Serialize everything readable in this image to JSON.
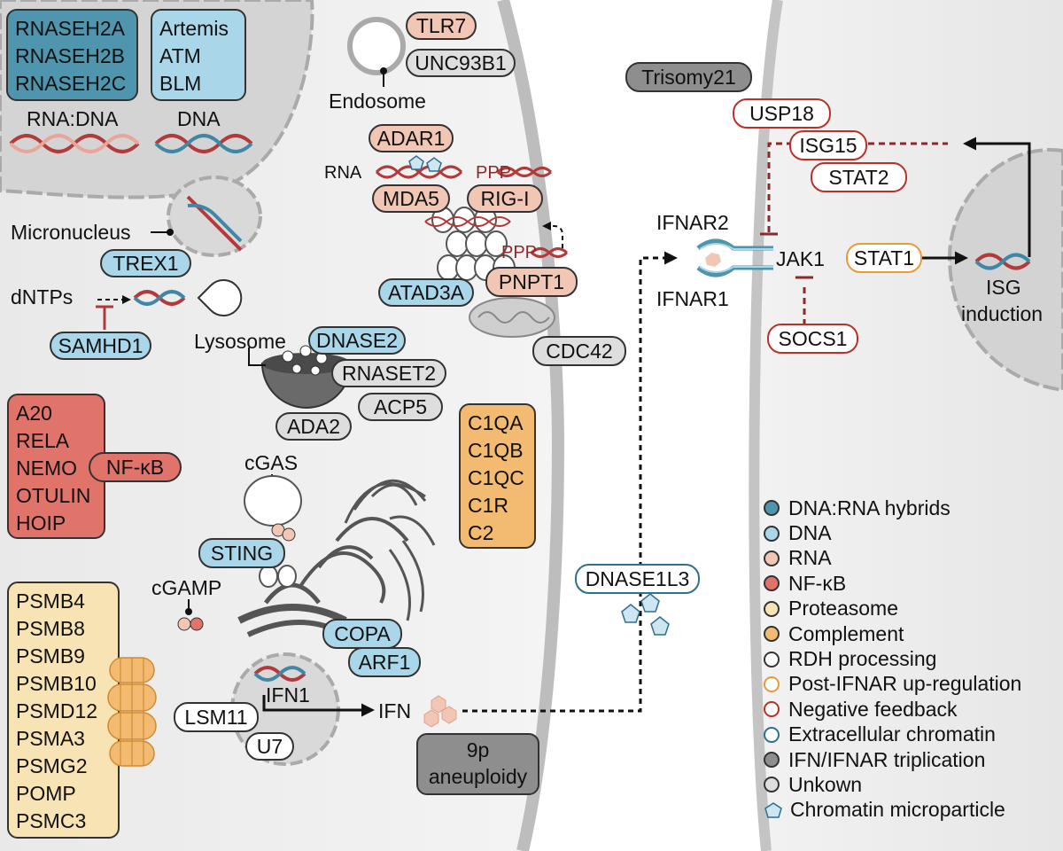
{
  "colors": {
    "dna_rna_hybrid": "#4e95ad",
    "dna": "#a9d6e8",
    "rna": "#f2c6b4",
    "nfkb": "#e0736a",
    "proteasome": "#f7e3b4",
    "complement": "#f3bb72",
    "rdh_processing": "#ffffff",
    "post_ifnar_border": "#e89a3c",
    "negative_feedback_border": "#b8322a",
    "extracellular_border": "#2f6f8f",
    "triplication": "#8e8e8e",
    "unknown": "#dedede",
    "chromatin_microparticle": "#cde6f1"
  },
  "boxes": {
    "hybrid": [
      "RNASEH2A",
      "RNASEH2B",
      "RNASEH2C"
    ],
    "dna": [
      "Artemis",
      "ATM",
      "BLM"
    ],
    "nfkb": [
      "A20",
      "RELA",
      "NEMO",
      "OTULIN",
      "HOIP"
    ],
    "complement": [
      "C1QA",
      "C1QB",
      "C1QC",
      "C1R",
      "C2"
    ],
    "proteasome": [
      "PSMB4",
      "PSMB8",
      "PSMB9",
      "PSMB10",
      "PSMD12",
      "PSMA3",
      "PSMG2",
      "POMP",
      "PSMC3"
    ]
  },
  "pills": {
    "tlr7": "TLR7",
    "unc93b1": "UNC93B1",
    "adar1": "ADAR1",
    "mda5": "MDA5",
    "rigi": "RIG-I",
    "pnpt1": "PNPT1",
    "atad3a": "ATAD3A",
    "cdc42": "CDC42",
    "trex1": "TREX1",
    "samhd1": "SAMHD1",
    "dnase2": "DNASE2",
    "rnaset2": "RNASET2",
    "acp5": "ACP5",
    "ada2": "ADA2",
    "nfkb": "NF-κB",
    "sting": "STING",
    "copa": "COPA",
    "arf1": "ARF1",
    "lsm11": "LSM11",
    "u7": "U7",
    "ninep": [
      "9p",
      "aneuploidy"
    ],
    "dnase1l3": "DNASE1L3",
    "trisomy21": "Trisomy21",
    "usp18": "USP18",
    "isg15": "ISG15",
    "stat2": "STAT2",
    "stat1": "STAT1",
    "socs1": "SOCS1"
  },
  "labels": {
    "rna_dna": "RNA:DNA",
    "dna": "DNA",
    "endosome": "Endosome",
    "rna": "RNA",
    "ppp1": "PPP",
    "ppp2": "PPP",
    "micronucleus": "Micronucleus",
    "dntps": "dNTPs",
    "lysosome": "Lysosome",
    "cgas": "cGAS",
    "cgamp": "cGAMP",
    "ifn1": "IFN1",
    "ifn": "IFN",
    "ifnar2": "IFNAR2",
    "ifnar1": "IFNAR1",
    "jak1": "JAK1",
    "isg_induction": [
      "ISG",
      "induction"
    ]
  },
  "legend": [
    {
      "label": "DNA:RNA hybrids",
      "kind": "fill",
      "color": "#4e95ad"
    },
    {
      "label": "DNA",
      "kind": "fill",
      "color": "#a9d6e8"
    },
    {
      "label": "RNA",
      "kind": "fill",
      "color": "#f2c6b4"
    },
    {
      "label": "NF-κB",
      "kind": "fill",
      "color": "#e0736a"
    },
    {
      "label": "Proteasome",
      "kind": "fill",
      "color": "#f7e3b4"
    },
    {
      "label": "Complement",
      "kind": "fill",
      "color": "#f3bb72"
    },
    {
      "label": "RDH processing",
      "kind": "fill",
      "color": "#ffffff"
    },
    {
      "label": "Post-IFNAR up-regulation",
      "kind": "ring",
      "color": "#e89a3c"
    },
    {
      "label": "Negative feedback",
      "kind": "ring",
      "color": "#b8322a"
    },
    {
      "label": "Extracellular chromatin",
      "kind": "ring",
      "color": "#2f6f8f"
    },
    {
      "label": "IFN/IFNAR triplication",
      "kind": "fill",
      "color": "#8e8e8e"
    },
    {
      "label": "Unkown",
      "kind": "fill",
      "color": "#dedede"
    },
    {
      "label": "Chromatin microparticle",
      "kind": "pentagon",
      "color": "#cde6f1"
    }
  ]
}
